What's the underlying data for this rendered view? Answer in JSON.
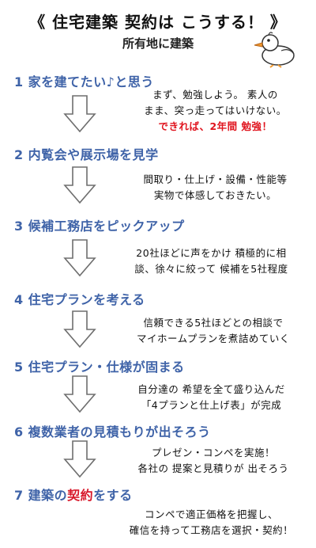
{
  "title": "《 住宅建築 契約は こうする！ 》",
  "subtitle": "所有地に建築",
  "mascot_icon": "duck-mascot-icon",
  "arrow_color": "#6e6e6e",
  "steps": [
    {
      "num": "1",
      "label": "家を建てたい♪と思う",
      "lines": [
        "まず、勉強しよう。 素人の",
        "まま、突っ走ってはいけない。"
      ],
      "note": "できれば、2年間 勉強！"
    },
    {
      "num": "2",
      "label": "内覧会や展示場を見学",
      "lines": [
        "間取り・仕上げ・設備・性能等",
        "実物で体感しておきたい。"
      ]
    },
    {
      "num": "3",
      "label": "候補工務店をピックアップ",
      "lines": [
        "20社ほどに声をかけ 積極的に相",
        "談、徐々に絞って 候補を5社程度"
      ]
    },
    {
      "num": "4",
      "label": "住宅プランを考える",
      "lines": [
        "信頼できる5社ほどとの相談で",
        "マイホームプランを煮詰めていく"
      ]
    },
    {
      "num": "5",
      "label": "住宅プラン・仕様が固まる",
      "lines": [
        "自分達の 希望を全て盛り込んだ",
        "「4プランと仕上げ表」が完成"
      ]
    },
    {
      "num": "6",
      "label": "複数業者の見積もりが出そろう",
      "lines": [
        "プレゼン・コンペを実施！",
        "各社の 提案と見積りが 出そろう"
      ]
    },
    {
      "num": "7",
      "label_pre": "建築の",
      "label_hl": "契約",
      "label_post": "をする",
      "lines": [
        "コンペで適正価格を把握し、",
        "確信を持って工務店を選択・契約！"
      ]
    }
  ]
}
